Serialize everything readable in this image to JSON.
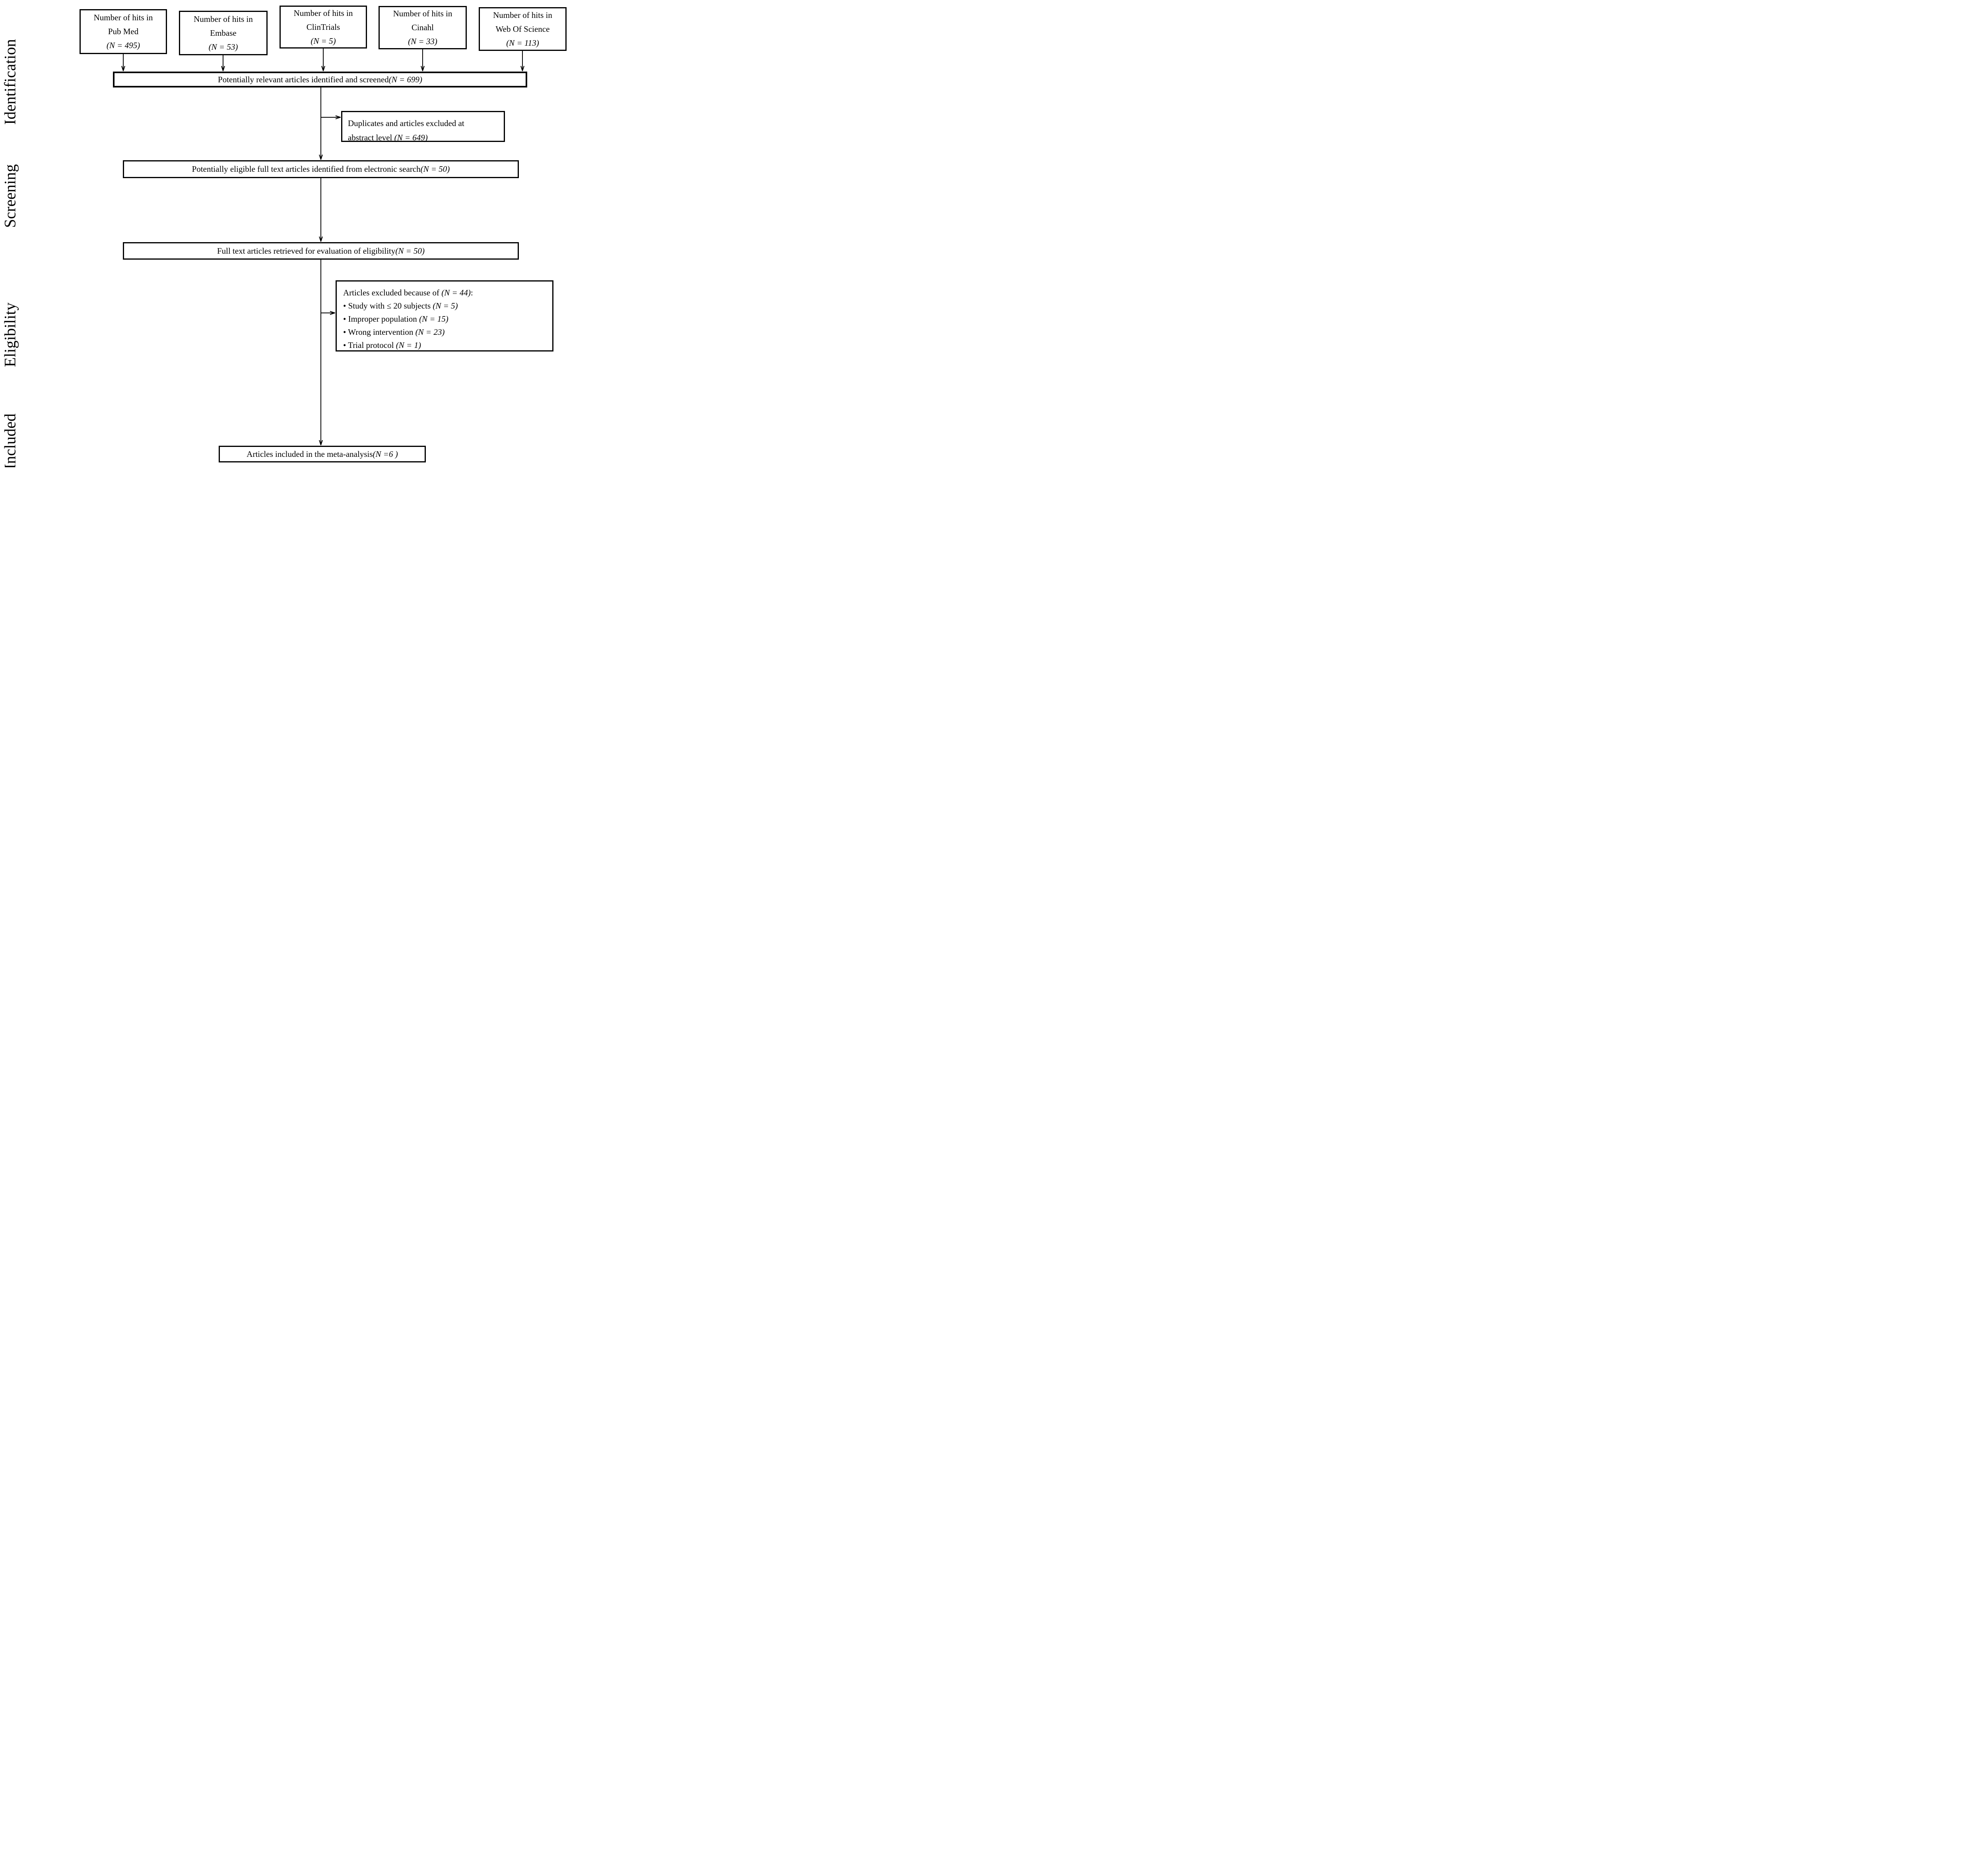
{
  "diagram": {
    "title": "Study selection flow diagram",
    "bullet_char": "•",
    "colors": {
      "line": "#000000",
      "background": "#ffffff",
      "text": "#000000"
    },
    "stage_labels": [
      {
        "id": "identification",
        "text": "Identification"
      },
      {
        "id": "screening",
        "text": "Screening"
      },
      {
        "id": "eligibility",
        "text": "Eligibility"
      },
      {
        "id": "included",
        "text": "Included"
      }
    ],
    "source_boxes": [
      {
        "db": "pubmed",
        "lines": [
          "Number of hits in",
          "Pub Med",
          "(N = 495)"
        ]
      },
      {
        "db": "embase",
        "lines": [
          "Number of hits in",
          "Embase",
          "(N = 53)"
        ]
      },
      {
        "db": "clintrials",
        "lines": [
          "Number of hits in",
          "ClinTrials",
          "(N = 5)"
        ]
      },
      {
        "db": "cinahl",
        "lines": [
          "Number of hits in",
          "Cinahl",
          "(N = 33)"
        ]
      },
      {
        "db": "web-of-science",
        "lines": [
          "Number of hits in",
          "Web Of Science",
          "(N = 113)"
        ]
      }
    ],
    "flow_boxes": {
      "screened": "Potentially relevant articles identified and screened (N = 699)",
      "duplicates_excluded_line1": "Duplicates and articles excluded at",
      "duplicates_excluded_line2": "abstract level (N = 649)",
      "eligible": "Potentially eligible full text articles identified from electronic search (N = 50)",
      "retrieved": "Full text articles retrieved for evaluation of eligibility (N = 50)",
      "excluded_heading": "Articles excluded because of (N = 44):",
      "excluded_reasons": [
        "Study with ≤ 20 subjects (N = 5)",
        "Improper population (N = 15)",
        "Wrong intervention (N = 23)",
        "Trial protocol (N = 1)"
      ],
      "included": "Articles included in the meta-analysis (N =6 )"
    }
  }
}
